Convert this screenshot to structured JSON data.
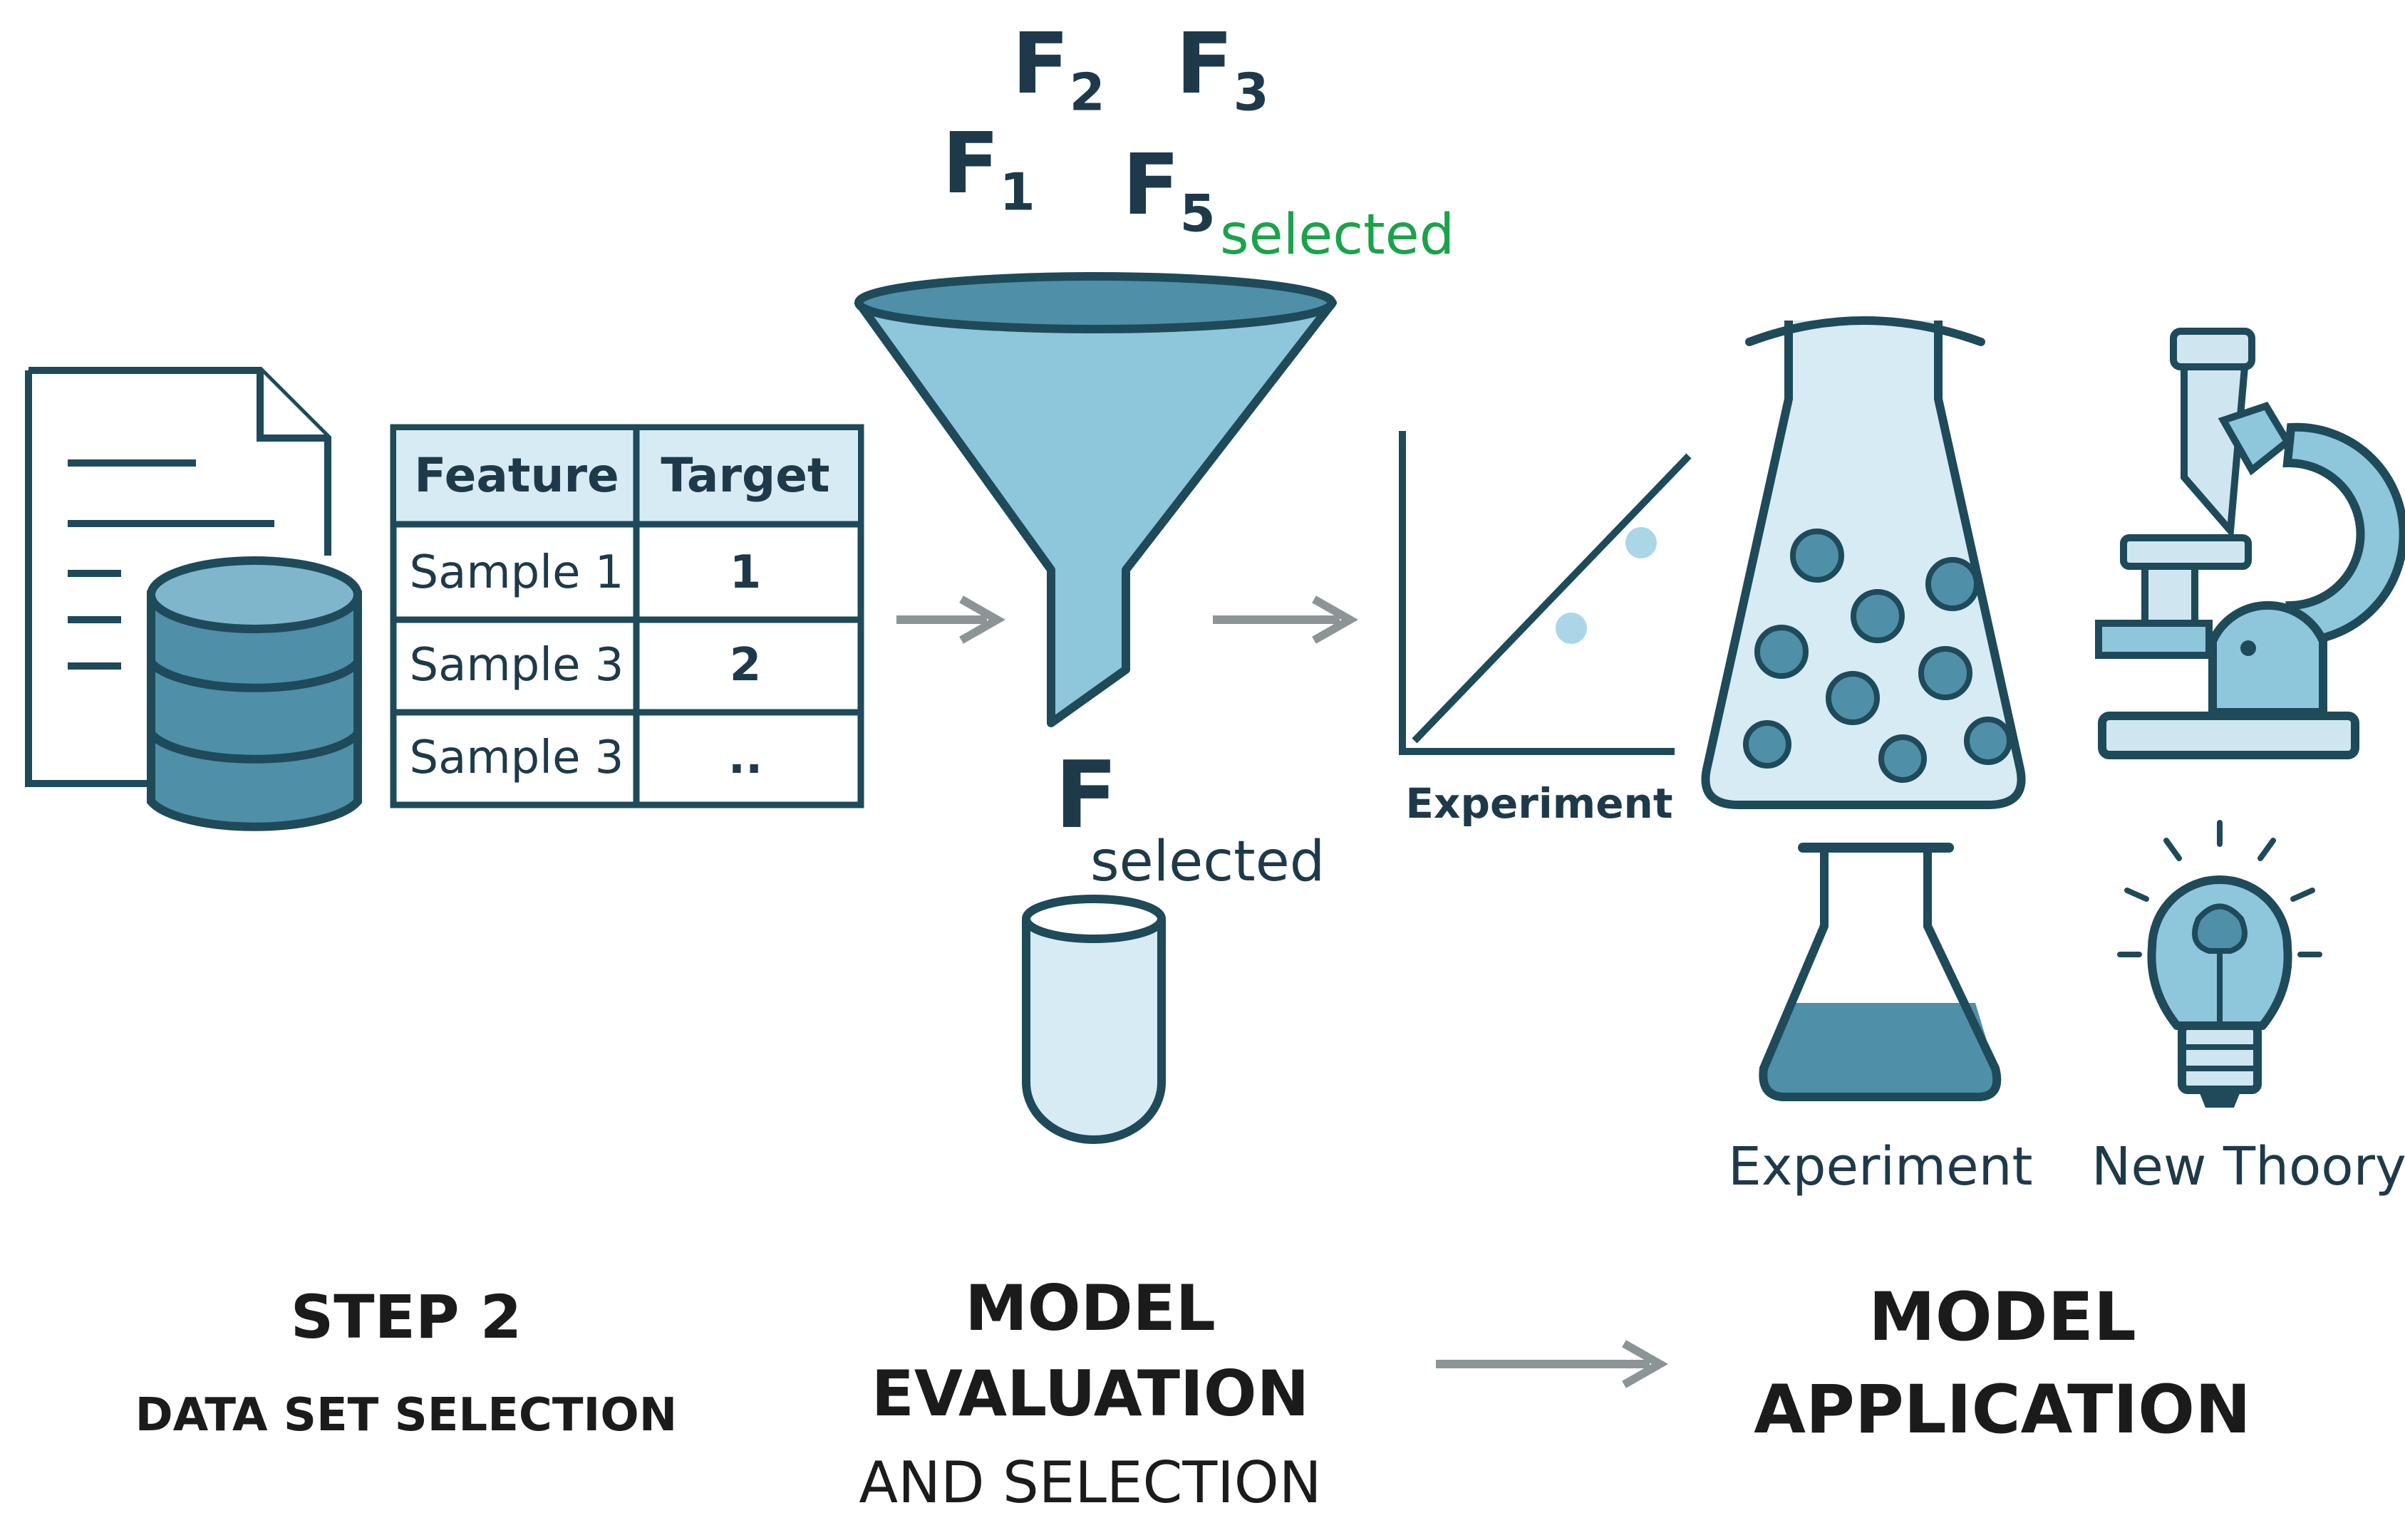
{
  "colors": {
    "outline": "#1e4a5a",
    "fill_dark": "#4f8fa8",
    "fill_mid": "#8ec6dc",
    "fill_light": "#cfe6f0",
    "arrow": "#8c9496",
    "accent_green": "#1aa34a"
  },
  "icons": [
    "document-icon",
    "database-icon",
    "funnel-icon",
    "beaker-icon",
    "plot-icon",
    "erlenmeyer-flask-icon",
    "small-flask-icon",
    "microscope-icon",
    "lightbulb-icon",
    "arrow-right-icon"
  ],
  "table": {
    "headers": [
      "Feature",
      "Target"
    ],
    "rows": [
      [
        "Sample 1",
        "1"
      ],
      [
        "Sample 3",
        "2"
      ],
      [
        "Sample 3",
        ".."
      ]
    ]
  },
  "features": {
    "f1": {
      "base": "F",
      "sub": "1"
    },
    "f2": {
      "base": "F",
      "sub": "2"
    },
    "f3": {
      "base": "F",
      "sub": "3"
    },
    "f5": {
      "base": "F",
      "sub": "5"
    },
    "selected_tag": "selected",
    "output": {
      "base": "F",
      "sub": "selected"
    }
  },
  "plot_label": "Experiment",
  "application_labels": {
    "experiment": "Experiment",
    "new_theory": "New Thoory"
  },
  "steps": {
    "step2": {
      "title": "STEP 2",
      "subtitle": "DATA SET SELECTION"
    },
    "evaluation": {
      "line1": "MODEL",
      "line2": "EVALUATION",
      "line3": "AND SELECTION"
    },
    "application": {
      "line1": "MODEL",
      "line2": "APPLICATION"
    }
  }
}
